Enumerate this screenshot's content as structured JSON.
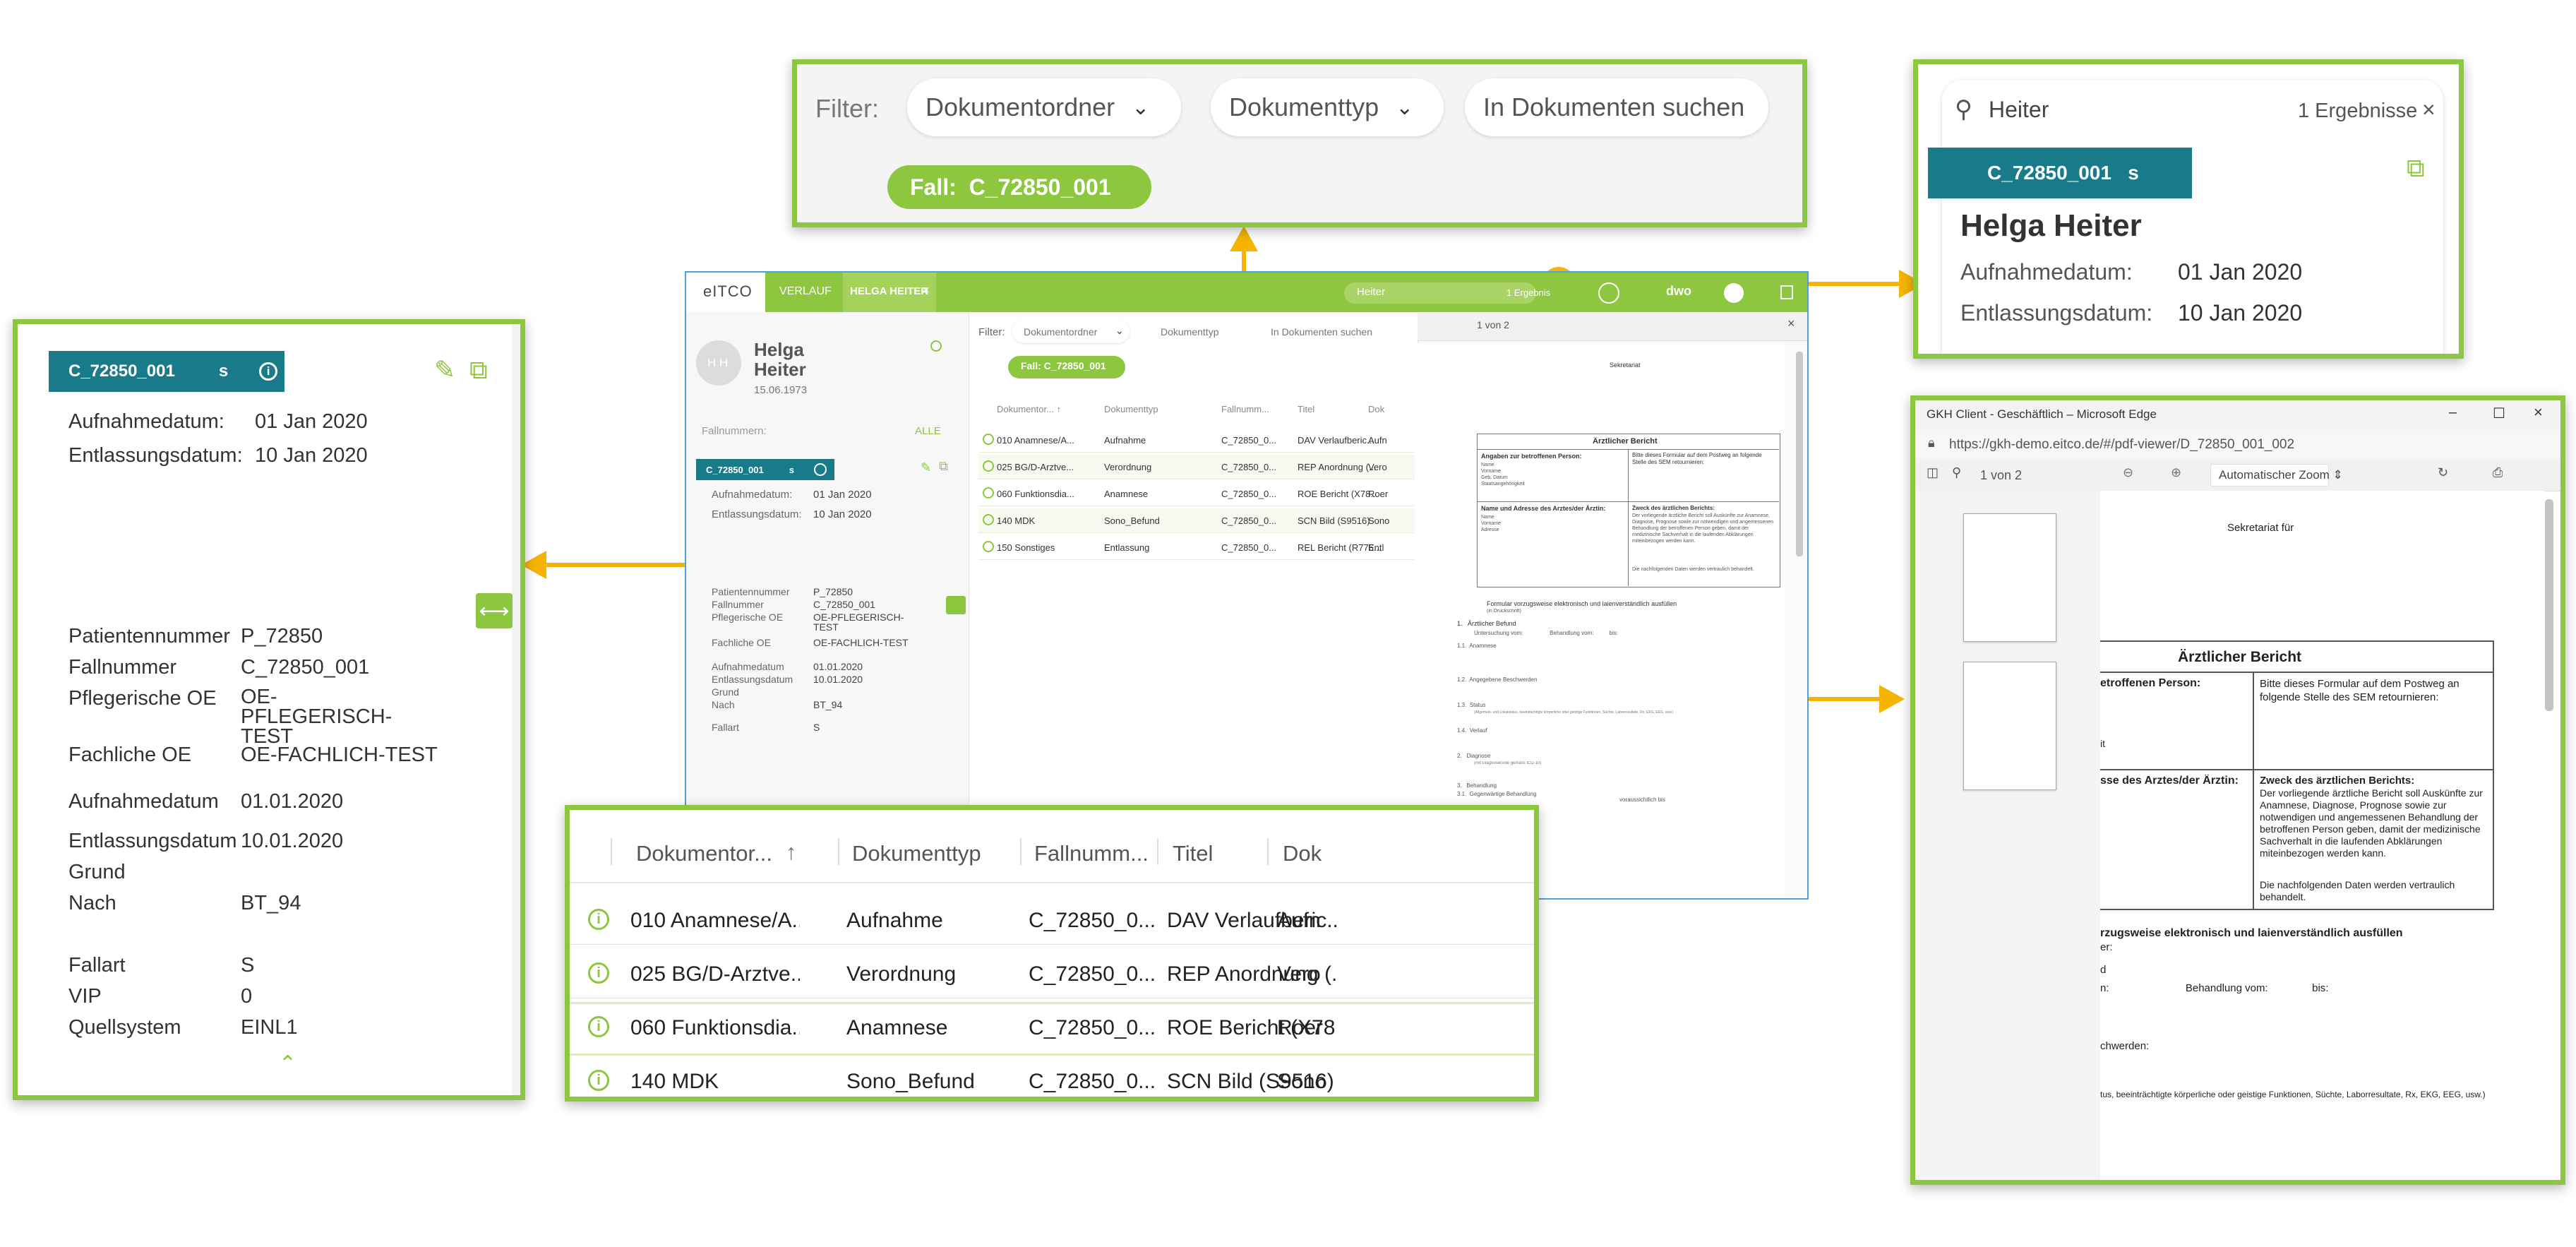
{
  "colors": {
    "accent": "#8dc63f",
    "teal": "#197b8a",
    "connector": "#f5b400",
    "edge_blue": "#3c7fd1"
  },
  "filter_zoom": {
    "label": "Filter:",
    "folder": "Dokumentordner",
    "type": "Dokumenttyp",
    "search_placeholder": "In Dokumenten suchen",
    "chip": "Fall:  C_72850_001"
  },
  "search_zoom": {
    "query": "Heiter",
    "results": "1 Ergebnisse",
    "close": "×",
    "case_badge": "C_72850_001   s",
    "name": "Helga Heiter",
    "admission_label": "Aufnahmedatum:",
    "admission_value": "01 Jan 2020",
    "discharge_label": "Entlassungsdatum:",
    "discharge_value": "10 Jan 2020"
  },
  "detail_zoom": {
    "case_badge": "C_72850_001",
    "case_flag": "s",
    "admission_label": "Aufnahmedatum:",
    "admission_value": "01 Jan 2020",
    "discharge_label": "Entlassungsdatum:",
    "discharge_value": "10 Jan 2020",
    "fields": [
      {
        "k": "Patientennummer",
        "v": "P_72850"
      },
      {
        "k": "Fallnummer",
        "v": "C_72850_001"
      },
      {
        "k": "Pflegerische OE",
        "v": "OE-PFLEGERISCH-TEST"
      },
      {
        "k": "Fachliche OE",
        "v": "OE-FACHLICH-TEST"
      },
      {
        "k": "Aufnahmedatum",
        "v": "01.01.2020"
      },
      {
        "k": "Entlassungsdatum",
        "v": "10.01.2020"
      },
      {
        "k": "Grund",
        "v": ""
      },
      {
        "k": "Nach",
        "v": "BT_94"
      },
      {
        "k": "Fallart",
        "v": "S"
      },
      {
        "k": "VIP",
        "v": "0"
      },
      {
        "k": "Quellsystem",
        "v": "EINL1"
      }
    ]
  },
  "table_zoom": {
    "headers": [
      "Dokumentor...",
      "Dokumenttyp",
      "Fallnumm...",
      "Titel",
      "Dok"
    ],
    "rows": [
      [
        "010 Anamnese/A...",
        "Aufnahme",
        "C_72850_0...",
        "DAV Verlaufberic...",
        "Aufn"
      ],
      [
        "025 BG/D-Arztve...",
        "Verordnung",
        "C_72850_0...",
        "REP Anordnung (...",
        "Vero"
      ],
      [
        "060 Funktionsdia...",
        "Anamnese",
        "C_72850_0...",
        "ROE Bericht (X78...",
        "Roer"
      ],
      [
        "140 MDK",
        "Sono_Befund",
        "C_72850_0...",
        "SCN Bild (S9516)",
        "Sono"
      ]
    ]
  },
  "app": {
    "logo": "eITCO",
    "tab_verlauf": "VERLAUF",
    "tab_patient": "HELGA HEITER",
    "tab_close": "×",
    "search_query": "Heiter",
    "search_results": "1 Ergebnis",
    "user": "dwo",
    "patient_initials": "H H",
    "patient_first": "Helga",
    "patient_last": "Heiter",
    "patient_dob": "15.06.1973",
    "fallnummern_label": "Fallnummern:",
    "alle": "ALLE",
    "case_badge": "C_72850_001",
    "case_flag": "s",
    "admission_label": "Aufnahmedatum:",
    "admission_value": "01 Jan 2020",
    "discharge_label": "Entlassungsdatum:",
    "discharge_value": "10 Jan 2020",
    "fields": [
      {
        "k": "Patientennummer",
        "v": "P_72850"
      },
      {
        "k": "Fallnummer",
        "v": "C_72850_001"
      },
      {
        "k": "Pflegerische OE",
        "v": "OE-PFLEGERISCH-"
      },
      {
        "k": "",
        "v": "TEST"
      },
      {
        "k": "Fachliche OE",
        "v": "OE-FACHLICH-TEST"
      },
      {
        "k": "Aufnahmedatum",
        "v": "01.01.2020"
      },
      {
        "k": "Entlassungsdatum",
        "v": "10.01.2020"
      },
      {
        "k": "Grund",
        "v": ""
      },
      {
        "k": "Nach",
        "v": "BT_94"
      },
      {
        "k": "Fallart",
        "v": "S"
      }
    ],
    "filter_label": "Filter:",
    "filter_folder": "Dokumentordner",
    "filter_type": "Dokumenttyp",
    "filter_search": "In Dokumenten suchen",
    "chip": "Fall:  C_72850_001",
    "headers": [
      "Dokumentor...  ↑",
      "Dokumenttyp",
      "Fallnumm...",
      "Titel",
      "Dok"
    ],
    "rows": [
      [
        "010 Anamnese/A...",
        "Aufnahme",
        "C_72850_0...",
        "DAV Verlaufberic...",
        "Aufn"
      ],
      [
        "025 BG/D-Arztve...",
        "Verordnung",
        "C_72850_0...",
        "REP Anordnung (...",
        "Vero"
      ],
      [
        "060 Funktionsdia...",
        "Anamnese",
        "C_72850_0...",
        "ROE Bericht (X78...",
        "Roer"
      ],
      [
        "140 MDK",
        "Sono_Befund",
        "C_72850_0...",
        "SCN Bild (S9516)",
        "Sono"
      ],
      [
        "150 Sonstiges",
        "Entlassung",
        "C_72850_0...",
        "REL Bericht (R776...",
        "Entl"
      ]
    ],
    "pdf_page": "1 von 2",
    "doc": {
      "header": "Sekretariat",
      "title": "Ärztlicher Bericht",
      "box1_left": "Angaben zur betroffenen Person:",
      "box1_left_sub": "Name\nVorname\nGeb. Datum\nStaatsangehörigkeit",
      "box1_right": "Bitte dieses Formular auf dem Postweg an folgende Stelle des SEM retournieren:",
      "box2_left": "Name und Adresse des Arztes/der Ärztin:",
      "box2_left_sub": "Name\nVorname\nAdresse",
      "box2_right": "Zweck des ärztlichen Berichts:",
      "box2_right_body": "Der vorliegende ärztliche Bericht soll Auskünfte zur Anamnese, Diagnose, Prognose sowie zur notwendigen und angemessenen Behandlung der betroffenen Person geben, damit der medizinische Sachverhalt in die laufenden Abklärungen miteinbezogen werden kann.",
      "box2_right_note": "Die nachfolgenden Daten werden vertraulich behandelt.",
      "instruction": "Formular vorzugsweise elektronisch und laienverständlich ausfüllen",
      "instruction_sub": "(in Druckschrift)",
      "s1": "1.   Ärztlicher Befund",
      "s1_sub": "Untersuchung vom:                 Behandlung vom:          bis:",
      "s11": "1.1.  Anamnese",
      "s12": "1.2.  Angegebene Beschwerden",
      "s13": "1.3.  Status",
      "s13_sub": "(Allgemein- und Lokalstatus, beeinträchtigte körperliche oder geistige Funktionen, Süchte, Laborresultate, Rx, EKG, EEG, usw.)",
      "s14": "1.4.  Verlauf",
      "s2": "2.   Diagnose",
      "s2_sub": "(mit Diagnosecode gemäss ICD-10)",
      "s3": "3.   Behandlung",
      "s31": "3.1.  Gegenwärtige Behandlung",
      "s31_sub": "voraussichtlich bis"
    }
  },
  "edge_zoom": {
    "window_title": "GKH Client - Geschäftlich – Microsoft Edge",
    "url": "https://gkh-demo.eitco.de/#/pdf-viewer/D_72850_001_002",
    "page": "1 von 2",
    "zoom": "Automatischer Zoom  ⇕",
    "doc_header": "Sekretariat für",
    "doc_title": "Ärztlicher Bericht",
    "box1_left": "etroffenen Person:",
    "box1_right": "Bitte dieses Formular auf dem Postweg an folgende Stelle des SEM retournieren:",
    "box1_it": "it",
    "box2_left": "sse des Arztes/der Ärztin:",
    "box2_right_title": "Zweck des ärztlichen Berichts:",
    "box2_right_body": "Der vorliegende ärztliche Bericht soll Auskünfte zur Anamnese, Diagnose, Prognose sowie zur notwendigen und angemessenen Behandlung der betroffenen Person geben, damit der medizinische Sachverhalt in die laufenden Abklärungen miteinbezogen werden kann.",
    "box2_right_note": "Die nachfolgenden Daten werden vertraulich behandelt.",
    "instr": "rzugsweise elektronisch und laienverständlich ausfüllen",
    "instr2": "er:",
    "d_line": "d",
    "behandlung": "n:                          Behandlung vom:               bis:",
    "beschwerden": "chwerden:",
    "status": "tus, beeinträchtigte körperliche oder geistige Funktionen, Süchte, Laborresultate, Rx, EKG, EEG, usw.)"
  }
}
